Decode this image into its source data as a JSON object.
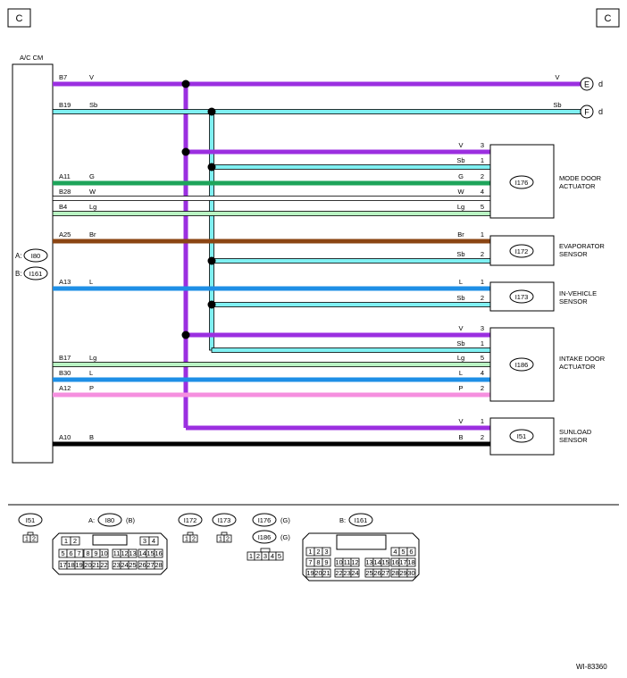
{
  "page_marks": {
    "left_letter": "C",
    "right_letter": "C",
    "figure_id": "WI-83360"
  },
  "control_module": {
    "title": "A/C CM",
    "connector_a_label": "A:",
    "connector_a_id": "I80",
    "connector_b_label": "B:",
    "connector_b_id": "I161"
  },
  "colors": {
    "V": "#9b2fe0",
    "Sb": "#7ff0f2",
    "G": "#1ea45a",
    "W": "#ffffff",
    "Lg": "#b9f3c3",
    "Br": "#8b4513",
    "L": "#1e8fe6",
    "P": "#f58fdf",
    "B": "#000000"
  },
  "wires": [
    {
      "pin": "B7",
      "color": "V",
      "target_color": "V",
      "target_pin": "",
      "end": "E",
      "end_suffix": "d"
    },
    {
      "pin": "B19",
      "color": "Sb",
      "target_color": "Sb",
      "target_pin": "",
      "end": "F",
      "end_suffix": "d"
    },
    {
      "pin": "",
      "color": "",
      "target_color": "V",
      "target_pin": "3"
    },
    {
      "pin": "",
      "color": "",
      "target_color": "Sb",
      "target_pin": "1"
    },
    {
      "pin": "A11",
      "color": "G",
      "target_color": "G",
      "target_pin": "2"
    },
    {
      "pin": "B28",
      "color": "W",
      "target_color": "W",
      "target_pin": "4"
    },
    {
      "pin": "B4",
      "color": "Lg",
      "target_color": "Lg",
      "target_pin": "5"
    },
    {
      "pin": "A25",
      "color": "Br",
      "target_color": "Br",
      "target_pin": "1"
    },
    {
      "pin": "",
      "color": "",
      "target_color": "Sb",
      "target_pin": "2"
    },
    {
      "pin": "A13",
      "color": "L",
      "target_color": "L",
      "target_pin": "1"
    },
    {
      "pin": "",
      "color": "",
      "target_color": "Sb",
      "target_pin": "2"
    },
    {
      "pin": "",
      "color": "",
      "target_color": "V",
      "target_pin": "3"
    },
    {
      "pin": "",
      "color": "",
      "target_color": "Sb",
      "target_pin": "1"
    },
    {
      "pin": "B17",
      "color": "Lg",
      "target_color": "Lg",
      "target_pin": "5"
    },
    {
      "pin": "B30",
      "color": "L",
      "target_color": "L",
      "target_pin": "4"
    },
    {
      "pin": "A12",
      "color": "P",
      "target_color": "P",
      "target_pin": "2"
    },
    {
      "pin": "",
      "color": "",
      "target_color": "V",
      "target_pin": "1"
    },
    {
      "pin": "A10",
      "color": "B",
      "target_color": "B",
      "target_pin": "2"
    }
  ],
  "components": [
    {
      "id": "I176",
      "name_line1": "MODE DOOR",
      "name_line2": "ACTUATOR"
    },
    {
      "id": "I172",
      "name_line1": "EVAPORATOR",
      "name_line2": "SENSOR"
    },
    {
      "id": "I173",
      "name_line1": "IN-VEHICLE",
      "name_line2": "SENSOR"
    },
    {
      "id": "I186",
      "name_line1": "INTAKE DOOR",
      "name_line2": "ACTUATOR"
    },
    {
      "id": "I51",
      "name_line1": "SUNLOAD",
      "name_line2": "SENSOR"
    }
  ],
  "connector_views": {
    "i51": {
      "id": "I51",
      "pins": [
        "1",
        "2"
      ]
    },
    "i80": {
      "prefix": "A:",
      "id": "I80",
      "color": "(B)",
      "pins": [
        "1",
        "2",
        "3",
        "4",
        "5",
        "6",
        "7",
        "8",
        "9",
        "10",
        "11",
        "12",
        "13",
        "14",
        "15",
        "16",
        "17",
        "18",
        "19",
        "20",
        "21",
        "22",
        "23",
        "24",
        "25",
        "26",
        "27",
        "28"
      ]
    },
    "i172": {
      "id": "I172",
      "pins": [
        "1",
        "2"
      ]
    },
    "i173": {
      "id": "I173",
      "pins": [
        "1",
        "2"
      ]
    },
    "i176": {
      "id": "I176",
      "color": "(G)"
    },
    "i186": {
      "id": "I186",
      "color": "(G)",
      "pins": [
        "1",
        "2",
        "3",
        "4",
        "5"
      ]
    },
    "i161": {
      "prefix": "B:",
      "id": "I161",
      "pins": [
        "1",
        "2",
        "3",
        "4",
        "5",
        "6",
        "7",
        "8",
        "9",
        "10",
        "11",
        "12",
        "13",
        "14",
        "15",
        "16",
        "17",
        "18",
        "19",
        "20",
        "21",
        "22",
        "23",
        "24",
        "25",
        "26",
        "27",
        "28",
        "29",
        "30"
      ]
    }
  }
}
